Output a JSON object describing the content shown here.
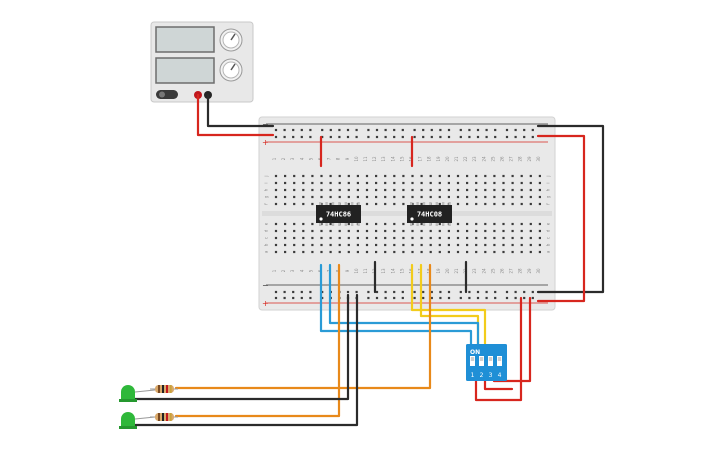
{
  "chips": [
    {
      "id": "u1",
      "label": "74HC86"
    },
    {
      "id": "u2",
      "label": "74HC08"
    }
  ],
  "dip_switch": {
    "on_label": "ON",
    "switch_numbers": [
      "1",
      "2",
      "3",
      "4"
    ]
  },
  "breadboard": {
    "row_letters_top": [
      "j",
      "i",
      "h",
      "g",
      "f"
    ],
    "row_letters_bottom": [
      "e",
      "d",
      "c",
      "b",
      "a"
    ],
    "column_count": 30,
    "rail_plus": "+",
    "rail_minus": "−"
  },
  "colors": {
    "wire_red": "#d7261e",
    "wire_black": "#2b2b2b",
    "wire_orange": "#e8891a",
    "wire_blue": "#2a9bd6",
    "wire_yellow": "#f2cc1b",
    "chip": "#222222",
    "dip_switch": "#1f8fd6",
    "led": "#2fb83a",
    "board": "#e9e9e9"
  }
}
